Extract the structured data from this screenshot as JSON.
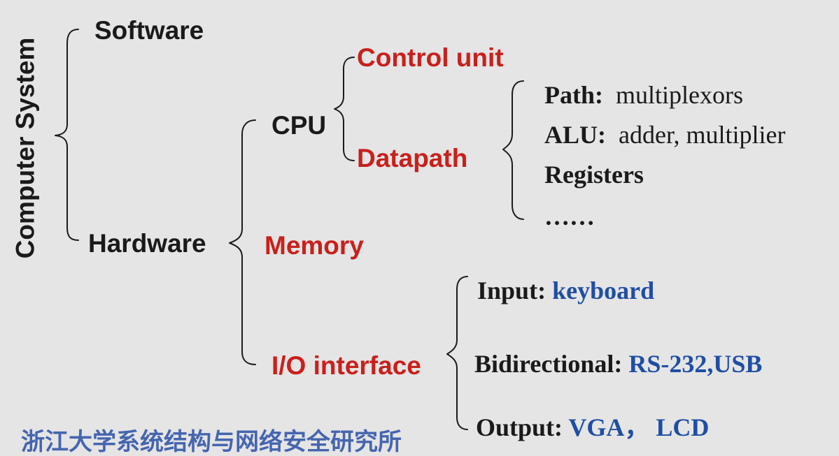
{
  "root": "Computer System",
  "software": "Software",
  "hardware": "Hardware",
  "cpu": {
    "label": "CPU",
    "control_unit": "Control unit",
    "datapath": {
      "label": "Datapath",
      "items": [
        {
          "key": "Path:",
          "value": "multiplexors"
        },
        {
          "key": "ALU:",
          "value": "adder, multiplier"
        },
        {
          "key": "Registers",
          "value": ""
        },
        {
          "key": "……",
          "value": ""
        }
      ]
    }
  },
  "memory": "Memory",
  "io": {
    "label": "I/O interface",
    "items": [
      {
        "key": "Input:",
        "value": "keyboard"
      },
      {
        "key": "Bidirectional:",
        "value": "RS-232,USB"
      },
      {
        "key": "Output:",
        "value": "VGA， LCD"
      }
    ]
  },
  "watermark": "浙江大学系统结构与网络安全研究所",
  "colors": {
    "background": "#e5e5e5",
    "black": "#1a1a1a",
    "red": "#c8201c",
    "blue": "#1f4ea3"
  }
}
